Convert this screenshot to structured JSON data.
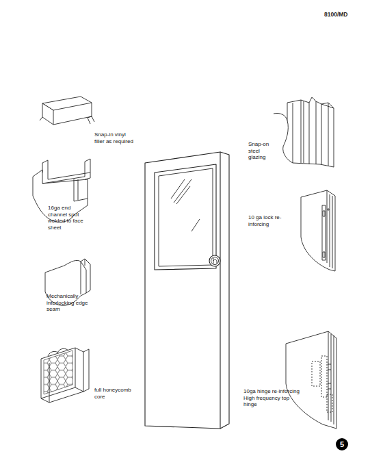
{
  "diagram": {
    "labels": [
      "8100/MD",
      "Snap-in vinyl filler as required",
      "16ga end channel spot welded to face sheet",
      "Mechanically interlocking edge seam",
      "full honeycomb core",
      "Snap-on steel glazing",
      "10 ga lock re-inforcing",
      "10ga hinge re-inforcing",
      "High frequency top hinge",
      "5"
    ]
  }
}
